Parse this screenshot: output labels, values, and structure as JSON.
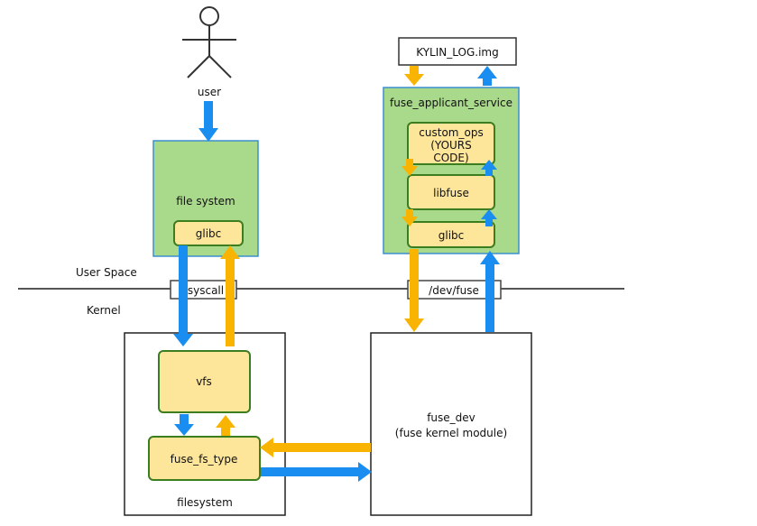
{
  "actor": {
    "label": "user"
  },
  "regions": {
    "user_space": "User Space",
    "kernel": "Kernel"
  },
  "boundary": {
    "syscall": "syscall",
    "dev_fuse": "/dev/fuse"
  },
  "left_stack": {
    "file_system": "file system",
    "glibc": "glibc",
    "filesystem_box": "filesystem",
    "vfs": "vfs",
    "fuse_fs_type": "fuse_fs_type"
  },
  "right_stack": {
    "image_file": "KYLIN_LOG.img",
    "service": "fuse_applicant_service",
    "custom_ops_lines": [
      "custom_ops",
      "(YOURS",
      "CODE)"
    ],
    "libfuse": "libfuse",
    "glibc": "glibc",
    "fuse_dev_lines": [
      "fuse_dev",
      "(fuse kernel module)"
    ]
  },
  "colors": {
    "green_fill": "#a9d98a",
    "green_stroke": "#3b8fd0",
    "yellow_fill": "#fde59a",
    "yellow_stroke": "#3b7d1f",
    "blue_arrow": "#1a8ef0",
    "orange_arrow": "#f8b400"
  }
}
